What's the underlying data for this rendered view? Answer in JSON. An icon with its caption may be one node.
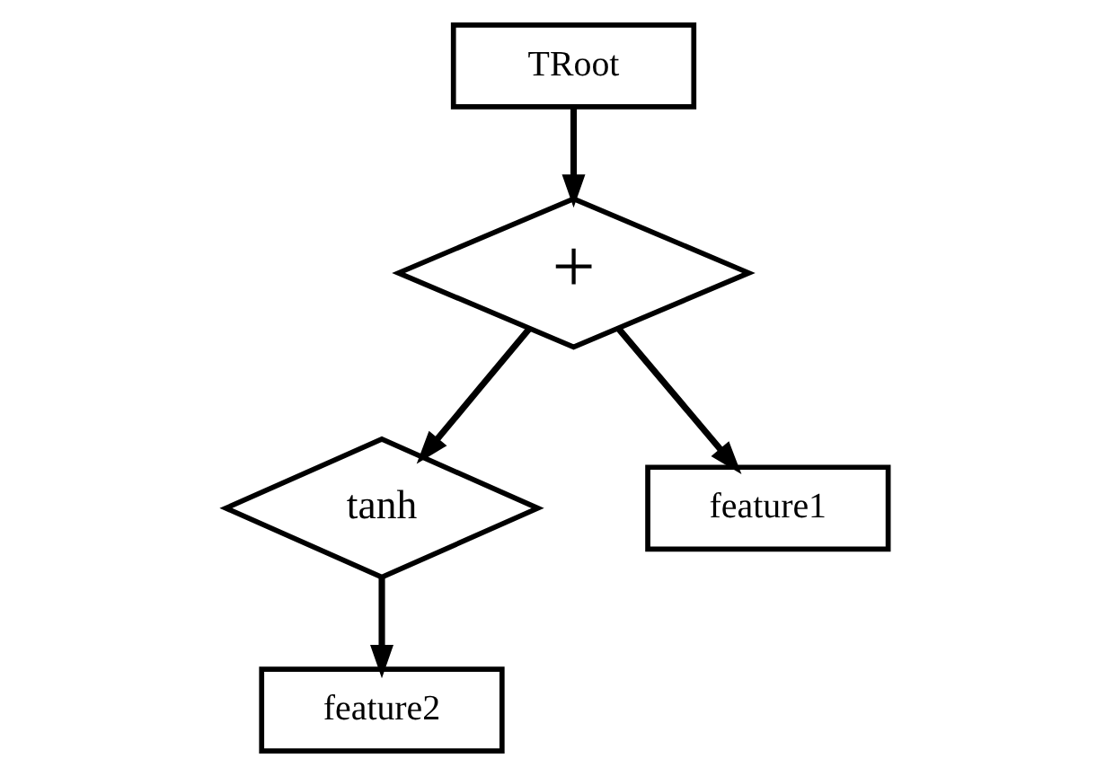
{
  "diagram": {
    "nodes": [
      {
        "text": [
          "TRoot"
        ]
      },
      {
        "text": [
          "+"
        ]
      },
      {
        "text": [
          "tanh"
        ]
      },
      {
        "text": [
          "feature1"
        ]
      },
      {
        "text": [
          "feature2"
        ]
      }
    ],
    "edges": [
      {
        "from": 0,
        "to": 1,
        "arrow": "to"
      },
      {
        "from": 1,
        "to": 2,
        "arrow": "to"
      },
      {
        "from": 1,
        "to": 3,
        "arrow": "to"
      },
      {
        "from": 2,
        "to": 4,
        "arrow": "to"
      }
    ]
  }
}
